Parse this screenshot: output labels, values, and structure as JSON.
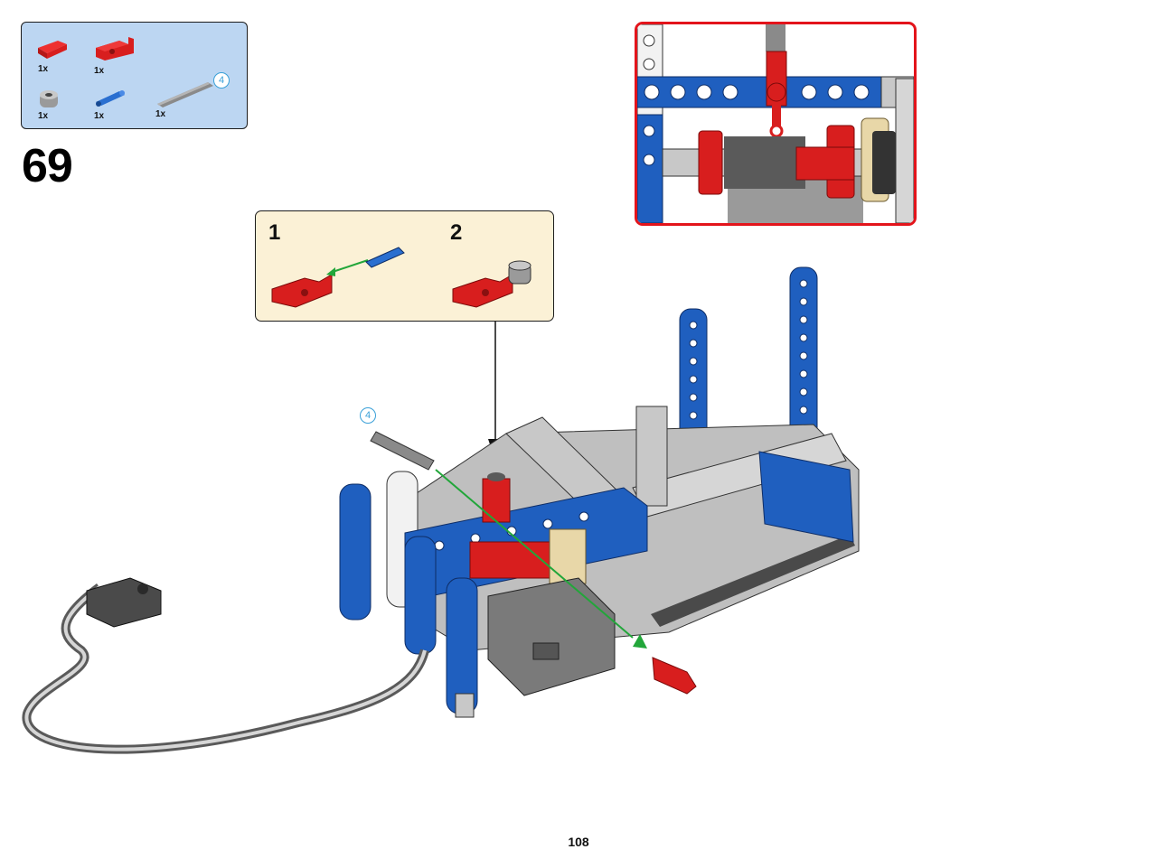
{
  "step": {
    "number": "69"
  },
  "parts_list": {
    "items": [
      {
        "icon": "red-axle-connector-icon",
        "qty": "1x"
      },
      {
        "icon": "red-angle-connector-icon",
        "qty": "1x"
      },
      {
        "icon": "gray-bush-icon",
        "qty": "1x"
      },
      {
        "icon": "blue-axle-pin-icon",
        "qty": "1x"
      },
      {
        "icon": "gray-axle-icon",
        "qty": "1x",
        "length": "4"
      }
    ]
  },
  "sub_assembly": {
    "steps": [
      "1",
      "2"
    ]
  },
  "callout": {
    "axle_length": "4"
  },
  "page": {
    "number": "108"
  },
  "colors": {
    "technic_blue": "#1f5fbf",
    "technic_red": "#d81e1e",
    "light_gray": "#c8c8c8",
    "dark_gray": "#5a5a5a",
    "parts_bg": "#bcd6f2",
    "sub_bg": "#fbf1d6",
    "detail_border": "#e3141b",
    "arrow_green": "#22a63a"
  }
}
